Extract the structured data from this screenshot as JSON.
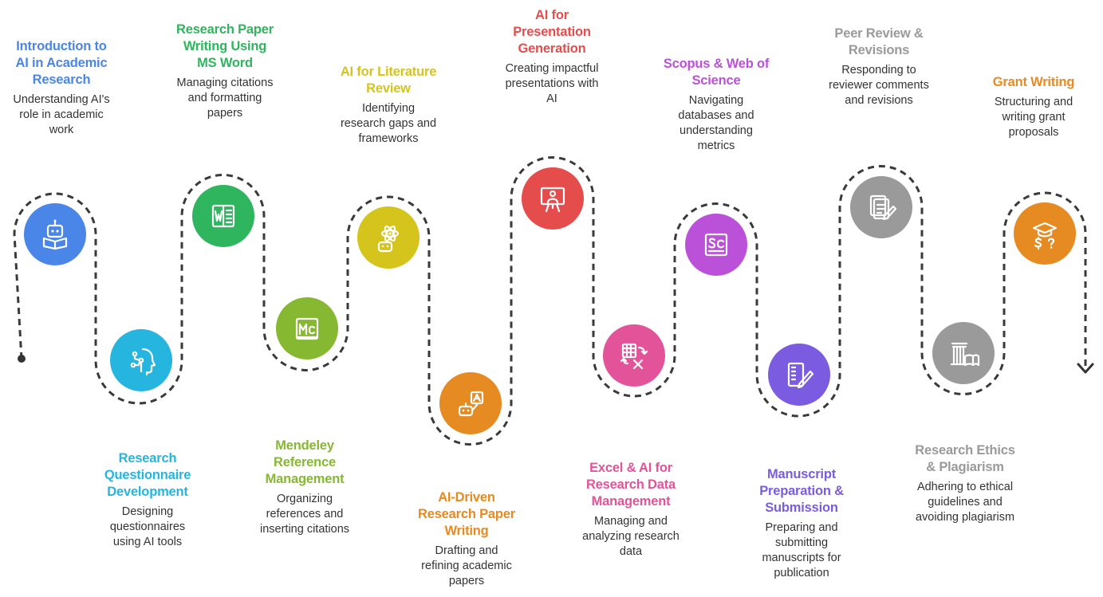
{
  "steps": [
    {
      "title": [
        "Introduction to",
        "AI in Academic",
        "Research"
      ],
      "desc": [
        "Understanding AI's",
        "role in academic",
        "work"
      ],
      "color": "#4a86e8",
      "icon": "learning-robot-icon"
    },
    {
      "title": [
        "Research",
        "Questionnaire",
        "Development"
      ],
      "desc": [
        "Designing",
        "questionnaires",
        "using AI tools"
      ],
      "color": "#26b5de",
      "icon": "ai-head-circuit-icon"
    },
    {
      "title": [
        "Research Paper",
        "Writing Using",
        "MS Word"
      ],
      "desc": [
        "Managing citations",
        "and formatting",
        "papers"
      ],
      "color": "#2fb55e",
      "icon": "ms-word-icon"
    },
    {
      "title": [
        "Mendeley",
        "Reference",
        "Management"
      ],
      "desc": [
        "Organizing",
        "references and",
        "inserting citations"
      ],
      "color": "#86b831",
      "icon": "mendeley-icon"
    },
    {
      "title": [
        "AI for Literature",
        "Review"
      ],
      "desc": [
        "Identifying",
        "research gaps and",
        "frameworks"
      ],
      "color": "#d4c41b",
      "icon": "robot-atom-icon"
    },
    {
      "title": [
        "AI-Driven",
        "Research Paper",
        "Writing"
      ],
      "desc": [
        "Drafting and",
        "refining academic",
        "papers"
      ],
      "color": "#e68a22",
      "icon": "robot-writing-icon"
    },
    {
      "title": [
        "AI for",
        "Presentation",
        "Generation"
      ],
      "desc": [
        "Creating impactful",
        "presentations with",
        "AI"
      ],
      "color": "#e54d4d",
      "icon": "presenter-board-icon"
    },
    {
      "title": [
        "Excel & AI for",
        "Research Data",
        "Management"
      ],
      "desc": [
        "Managing and",
        "analyzing research",
        "data"
      ],
      "color": "#e35399",
      "icon": "excel-spreadsheet-icon"
    },
    {
      "title": [
        "Scopus & Web of",
        "Science"
      ],
      "desc": [
        "Navigating",
        "databases and",
        "understanding",
        "metrics"
      ],
      "color": "#bb51d9",
      "icon": "scopus-icon"
    },
    {
      "title": [
        "Manuscript",
        "Preparation &",
        "Submission"
      ],
      "desc": [
        "Preparing and",
        "submitting",
        "manuscripts for",
        "publication"
      ],
      "color": "#7b5ce0",
      "icon": "manuscript-pen-icon"
    },
    {
      "title": [
        "Peer Review &",
        "Revisions"
      ],
      "desc": [
        "Responding to",
        "reviewer comments",
        "and revisions"
      ],
      "color": "#9a9a9a",
      "icon": "document-edit-icon"
    },
    {
      "title": [
        "Research Ethics",
        "& Plagiarism"
      ],
      "desc": [
        "Adhering to ethical",
        "guidelines and",
        "avoiding plagiarism"
      ],
      "color": "#9a9a9a",
      "icon": "pillar-book-icon"
    },
    {
      "title": [
        "Grant Writing"
      ],
      "desc": [
        "Structuring and",
        "writing grant",
        "proposals"
      ],
      "color": "#e68a22",
      "icon": "graduation-money-icon"
    }
  ]
}
